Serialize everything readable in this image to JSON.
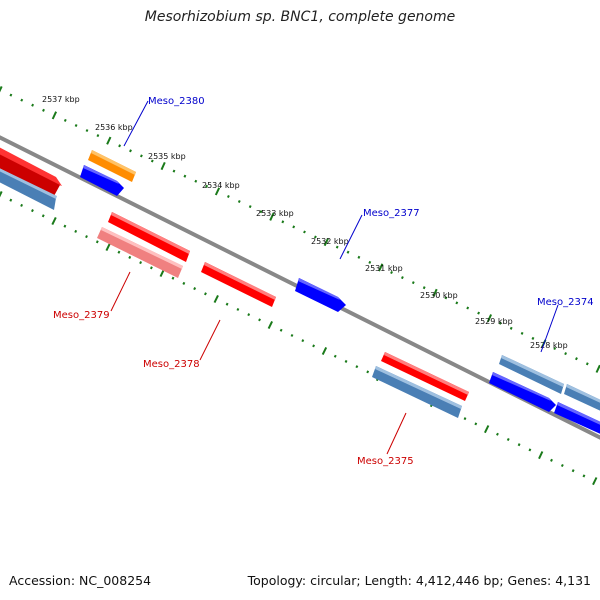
{
  "title": "Mesorhizobium sp. BNC1, complete genome",
  "footer": {
    "accession": "Accession: NC_008254",
    "stats": "Topology: circular; Length: 4,412,446 bp; Genes: 4,131"
  },
  "colors": {
    "backbone": "#888888",
    "tick": "#1a7a1a",
    "label_blue": "#0000cc",
    "label_red": "#cc0000",
    "gene_red": "#ff0000",
    "gene_blue": "#0000ff",
    "gene_steel": "#4a7fb5",
    "gene_orange": "#ff8c00",
    "gene_pink": "#f08080"
  },
  "scale": {
    "labels": [
      "2537 kbp",
      "2536 kbp",
      "2535 kbp",
      "2534 kbp",
      "2533 kbp",
      "2532 kbp",
      "2531 kbp",
      "2530 kbp",
      "2529 kbp",
      "2528 kbp"
    ]
  },
  "genes": {
    "labeled": [
      {
        "name": "Meso_2380",
        "color": "label_blue"
      },
      {
        "name": "Meso_2377",
        "color": "label_blue"
      },
      {
        "name": "Meso_2374",
        "color": "label_blue"
      },
      {
        "name": "Meso_2379",
        "color": "label_red"
      },
      {
        "name": "Meso_2378",
        "color": "label_red"
      },
      {
        "name": "Meso_2375",
        "color": "label_red"
      }
    ]
  }
}
